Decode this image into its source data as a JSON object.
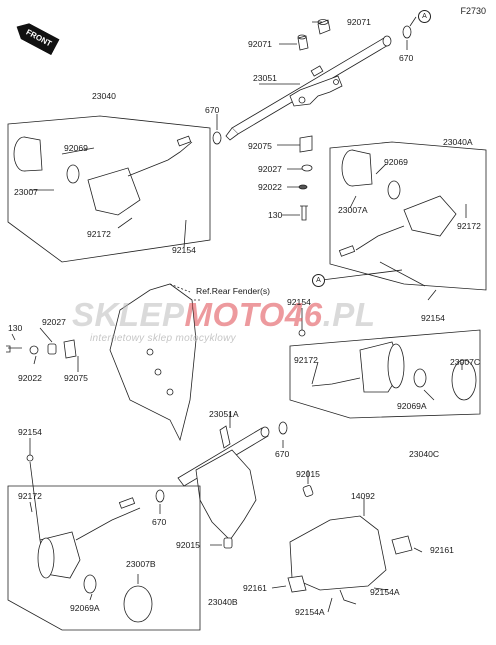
{
  "diagram_code": "F2730",
  "front_label": "FRONT",
  "watermark": {
    "part1": "SKLEP",
    "part2": "MOTO",
    "part3": "46",
    "part4": ".PL",
    "sub": "internetowy sklep motocyklowy"
  },
  "callouts": {
    "a_top": "A",
    "a_bottom": "A"
  },
  "labels": {
    "l92071a": "92071",
    "l92071b": "92071",
    "l23051": "23051",
    "l670a": "670",
    "l23040": "23040",
    "l92069a": "92069",
    "l23007": "23007",
    "l670b": "670",
    "l92075a": "92075",
    "l92027a": "92027",
    "l92022a": "92022",
    "l130a": "130",
    "l92172a": "92172",
    "l92154a": "92154",
    "l23040A": "23040A",
    "l92069b": "92069",
    "l23007A": "23007A",
    "l92172b": "92172",
    "l92154b": "92154",
    "lref": "Ref.Rear Fender(s)",
    "l92154c": "92154",
    "l130b": "130",
    "l92027b": "92027",
    "l92022b": "92022",
    "l92075b": "92075",
    "l92172c": "92172",
    "l23007C": "23007C",
    "l92069A1": "92069A",
    "l23051A": "23051A",
    "l670c": "670",
    "l23040C": "23040C",
    "l92154d": "92154",
    "l92015a": "92015",
    "l14092": "14092",
    "l92172d": "92172",
    "l670d": "670",
    "l92015b": "92015",
    "l92161a": "92161",
    "l23007B": "23007B",
    "l92069A2": "92069A",
    "l92161b": "92161",
    "l92154A1": "92154A",
    "l92154A2": "92154A",
    "l23040B": "23040B"
  }
}
